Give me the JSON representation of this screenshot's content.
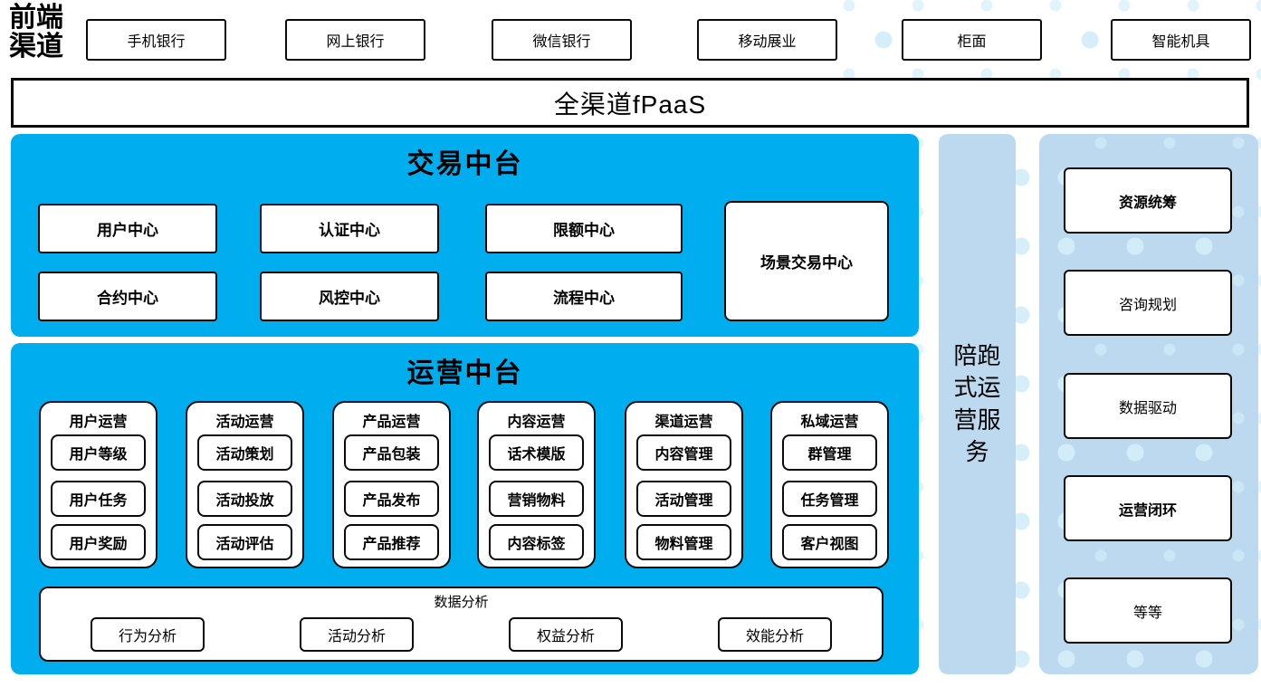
{
  "front_label": "前端渠道",
  "channels": [
    "手机银行",
    "网上银行",
    "微信银行",
    "移动展业",
    "柜面",
    "智能机具"
  ],
  "fpaas": "全渠道fPaaS",
  "trade": {
    "title": "交易中台",
    "centers": [
      "用户中心",
      "认证中心",
      "限额中心",
      "合约中心",
      "风控中心",
      "流程中心"
    ],
    "scene": "场景交易中心"
  },
  "ops": {
    "title": "运营中台",
    "groups": [
      {
        "title": "用户运营",
        "items": [
          "用户等级",
          "用户任务",
          "用户奖励"
        ]
      },
      {
        "title": "活动运营",
        "items": [
          "活动策划",
          "活动投放",
          "活动评估"
        ]
      },
      {
        "title": "产品运营",
        "items": [
          "产品包装",
          "产品发布",
          "产品推荐"
        ]
      },
      {
        "title": "内容运营",
        "items": [
          "话术模版",
          "营销物料",
          "内容标签"
        ]
      },
      {
        "title": "渠道运营",
        "items": [
          "内容管理",
          "活动管理",
          "物料管理"
        ]
      },
      {
        "title": "私域运营",
        "items": [
          "群管理",
          "任务管理",
          "客户视图"
        ]
      }
    ],
    "analysis": {
      "title": "数据分析",
      "items": [
        "行为分析",
        "活动分析",
        "权益分析",
        "效能分析"
      ]
    }
  },
  "companion": {
    "text": "陪跑式运营服务"
  },
  "services": [
    {
      "label": "资源统筹",
      "bold": true
    },
    {
      "label": "咨询规划",
      "bold": false
    },
    {
      "label": "数据驱动",
      "bold": false
    },
    {
      "label": "运营闭环",
      "bold": true
    },
    {
      "label": "等等",
      "bold": false
    }
  ],
  "colors": {
    "primary_blue": "#00AEF0",
    "light_blue": "#BDD9EF",
    "dot_blue": "#D6EEF9"
  }
}
